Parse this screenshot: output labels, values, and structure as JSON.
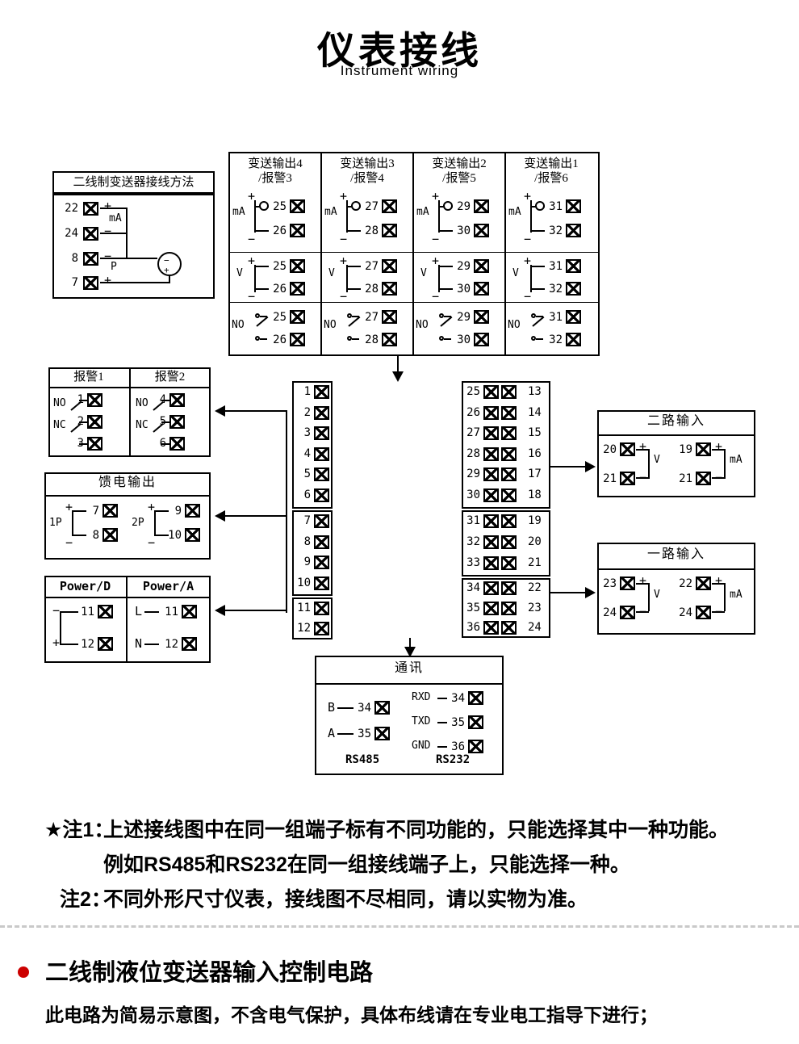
{
  "page": {
    "title": "仪表接线",
    "subtitle": "Instrument wiring"
  },
  "colors": {
    "bullet_red": "#cc0000",
    "line_black": "#000000"
  },
  "transmitter": {
    "title": "二线制变送器接线方法",
    "terminals": [
      "22",
      "24",
      "8",
      "7"
    ],
    "signs": {
      "r1": "+",
      "r1b": "mA",
      "r2": "−",
      "r3": "−",
      "r3b": "P",
      "r4": "+"
    },
    "circle_minus": "−",
    "circle_plus": "+"
  },
  "outputs": {
    "labels": {
      "plus": "+",
      "minus": "−",
      "ma": "mA",
      "v": "V",
      "no": "NO"
    },
    "cols": [
      {
        "title": "变送输出4",
        "subtitle": "/报警3",
        "t1": "25",
        "t2": "26"
      },
      {
        "title": "变送输出3",
        "subtitle": "/报警4",
        "t1": "27",
        "t2": "28"
      },
      {
        "title": "变送输出2",
        "subtitle": "/报警5",
        "t1": "29",
        "t2": "30"
      },
      {
        "title": "变送输出1",
        "subtitle": "/报警6",
        "t1": "31",
        "t2": "32"
      }
    ]
  },
  "alarm": {
    "title1": "报警1",
    "title2": "报警2",
    "no": "NO",
    "nc": "NC",
    "t1": [
      "1",
      "2",
      "3"
    ],
    "t2": [
      "4",
      "5",
      "6"
    ]
  },
  "feed": {
    "title": "馈电输出",
    "plus": "+",
    "minus": "−",
    "g1": {
      "label": "1P",
      "t1": "7",
      "t2": "8"
    },
    "g2": {
      "label": "2P",
      "t1": "9",
      "t2": "10"
    }
  },
  "power": {
    "titleD": "Power/D",
    "titleA": "Power/A",
    "d": {
      "s1": "−",
      "t1": "11",
      "s2": "+",
      "t2": "12"
    },
    "a": {
      "s1": "L",
      "t1": "11",
      "s2": "N",
      "t2": "12"
    }
  },
  "center": {
    "left": [
      "1",
      "2",
      "3",
      "4",
      "5",
      "6",
      "7",
      "8",
      "9",
      "10",
      "11",
      "12"
    ],
    "mid": [
      "25",
      "26",
      "27",
      "28",
      "29",
      "30",
      "31",
      "32",
      "33",
      "34",
      "35",
      "36"
    ],
    "right": [
      "13",
      "14",
      "15",
      "16",
      "17",
      "18",
      "19",
      "20",
      "21",
      "22",
      "23",
      "24"
    ]
  },
  "input2": {
    "title": "二路输入",
    "plus": "+",
    "minus": "−",
    "v": "V",
    "ma": "mA",
    "vt1": "20",
    "vt2": "21",
    "mt1": "19",
    "mt2": "21"
  },
  "input1": {
    "title": "一路输入",
    "plus": "+",
    "minus": "−",
    "v": "V",
    "ma": "mA",
    "vt1": "23",
    "vt2": "24",
    "mt1": "22",
    "mt2": "24"
  },
  "comm": {
    "title": "通讯",
    "rs485": {
      "l1": "B",
      "t1": "34",
      "l2": "A",
      "t2": "35",
      "name": "RS485"
    },
    "rs232": {
      "l1": "RXD",
      "t1": "34",
      "l2": "TXD",
      "t2": "35",
      "l3": "GND",
      "t3": "36",
      "name": "RS232"
    }
  },
  "notes": {
    "n1_label": "★注1：",
    "n1_line1": "上述接线图中在同一组端子标有不同功能的，只能选择其中一种功能。",
    "n1_line2": "例如RS485和RS232在同一组接线端子上，只能选择一种。",
    "n2_label": "注2：",
    "n2_text": "不同外形尺寸仪表，接线图不尽相同，请以实物为准。"
  },
  "section2": {
    "heading": "二线制液位变送器输入控制电路",
    "subtext": "此电路为简易示意图，不含电气保护，具体布线请在专业电工指导下进行；"
  }
}
